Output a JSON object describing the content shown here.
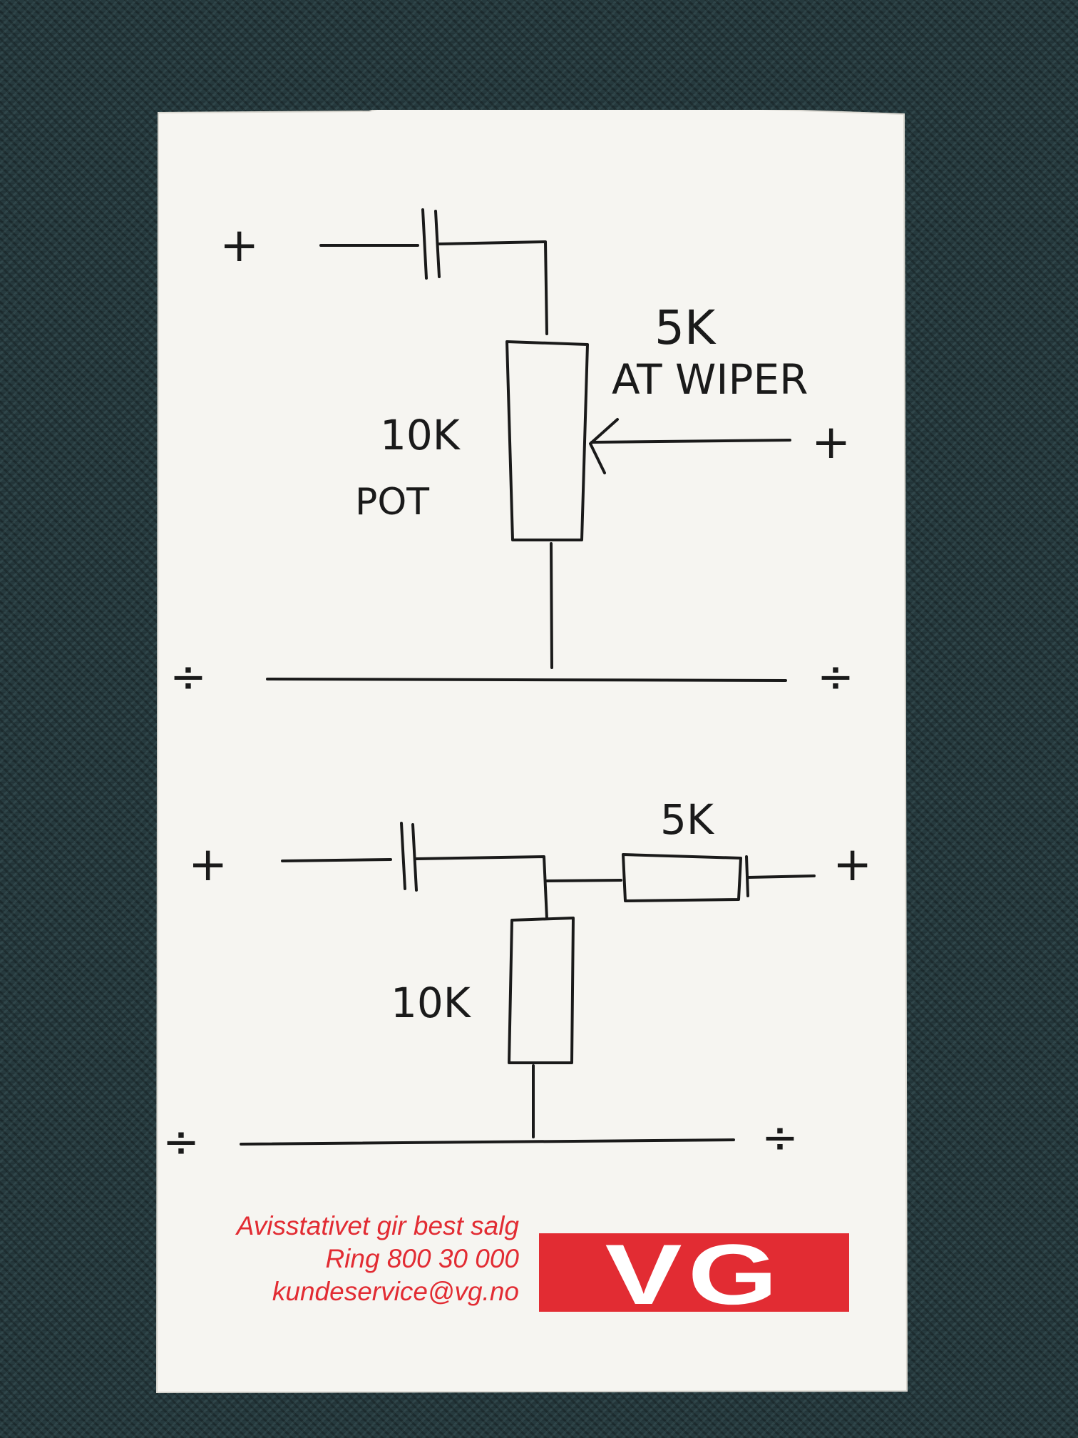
{
  "diagram": {
    "circuit_top": {
      "input_plus": "+",
      "wiper_plus": "+",
      "wiper_label": "5K",
      "wiper_note": "AT WIPER",
      "pot_value": "10K",
      "pot_type": "POT",
      "ground_left": "÷",
      "ground_right": "÷"
    },
    "circuit_bottom": {
      "input_plus": "+",
      "output_plus": "+",
      "series_resistor": "5K",
      "shunt_resistor": "10K",
      "ground_left": "÷",
      "ground_right": "÷"
    }
  },
  "footer": {
    "line1": "Avisstativet gir best salg",
    "line2": "Ring 800 30 000",
    "line3": "kundeservice@vg.no",
    "logo": "VG"
  },
  "colors": {
    "ink": "#1a1a1a",
    "brand_red": "#e22c33",
    "paper": "#f6f5f1",
    "background": "#263a3e"
  }
}
